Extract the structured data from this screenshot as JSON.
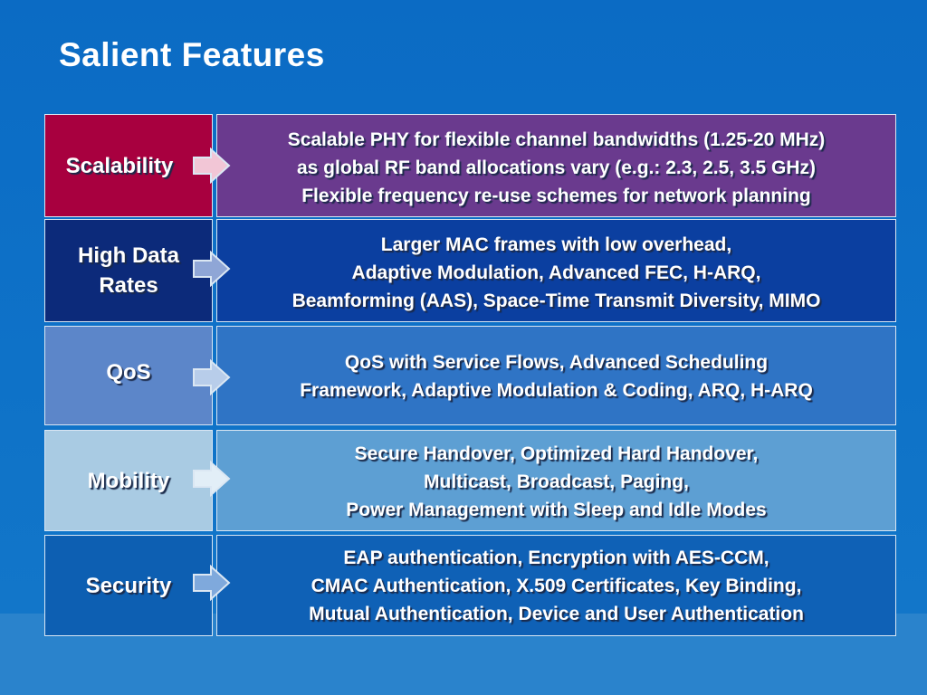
{
  "title": "Salient Features",
  "colors": {
    "background": "#0d6fc6",
    "scalability_label": "#a8003f",
    "scalability_desc": "#6a3a8e",
    "high_data_rates_label": "#0c2a7a",
    "high_data_rates_desc": "#0b3fa0",
    "qos_label": "#5c86c9",
    "qos_desc": "#2f74c5",
    "mobility_label": "#a9cbe3",
    "mobility_desc": "#5d9fd3",
    "security_label": "#0d5fb2",
    "security_desc": "#0f61b6",
    "arrow": "#dbe7f3"
  },
  "arrow_icon": "right-arrow-icon",
  "features": [
    {
      "label": "Scalability",
      "description": "Scalable PHY for flexible channel bandwidths (1.25-20 MHz)\nas global RF band allocations vary (e.g.: 2.3, 2.5, 3.5 GHz)\nFlexible frequency re-use schemes for network planning"
    },
    {
      "label": "High Data Rates",
      "description": "Larger MAC frames with low overhead,\nAdaptive Modulation, Advanced FEC, H-ARQ,\nBeamforming (AAS), Space-Time Transmit Diversity, MIMO"
    },
    {
      "label": "QoS",
      "description": "QoS with Service Flows, Advanced Scheduling\nFramework, Adaptive Modulation & Coding, ARQ, H-ARQ"
    },
    {
      "label": "Mobility",
      "description": "Secure Handover, Optimized Hard Handover,\nMulticast, Broadcast, Paging,\nPower Management with Sleep and Idle Modes"
    },
    {
      "label": "Security",
      "description": "EAP authentication, Encryption with AES-CCM,\nCMAC Authentication, X.509 Certificates, Key Binding,\nMutual Authentication, Device and User Authentication"
    }
  ]
}
